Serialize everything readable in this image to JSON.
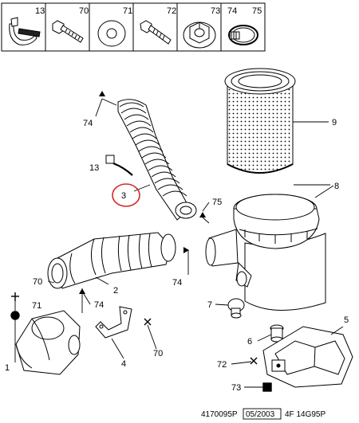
{
  "header_parts": [
    {
      "num": "13",
      "icon": "hose-clamp-bracket-icon"
    },
    {
      "num": "70",
      "icon": "bolt-icon"
    },
    {
      "num": "71",
      "icon": "washer-icon"
    },
    {
      "num": "72",
      "icon": "screw-icon"
    },
    {
      "num": "73",
      "icon": "hex-nut-icon"
    },
    {
      "num": "74",
      "num_b": "75",
      "icon": "worm-clamp-icon"
    }
  ],
  "callouts": {
    "c1": "1",
    "c2": "2",
    "c3": "3",
    "c4": "4",
    "c5": "5",
    "c6": "6",
    "c7": "7",
    "c8": "8",
    "c9": "9",
    "c13": "13",
    "c70a": "70",
    "c70b": "70",
    "c71": "71",
    "c72": "72",
    "c73": "73",
    "c74a": "74",
    "c74b": "74",
    "c74c": "74",
    "c75": "75"
  },
  "footer": {
    "code": "4170095P",
    "date": "05/2003",
    "ref": "4F 14G95P"
  },
  "colors": {
    "line": "#000000",
    "highlight": "#d62828"
  }
}
